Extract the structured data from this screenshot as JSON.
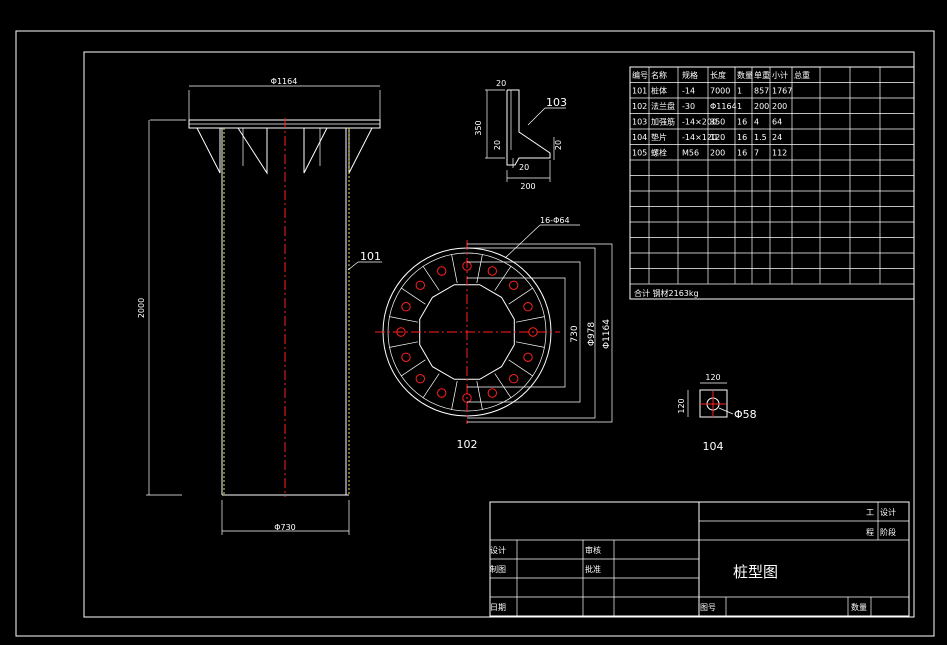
{
  "front_view": {
    "top_dim": "Φ1164",
    "height_dim": "2000",
    "bottom_dim": "Φ730",
    "leader_label": "101"
  },
  "rib_detail": {
    "callout": "103",
    "dims": {
      "top": "20",
      "height": "350",
      "mid_left": "20",
      "base_right": "20",
      "foot": "20",
      "width": "200"
    }
  },
  "flange_plan": {
    "holes_label": "16-Φ64",
    "caption": "102",
    "dim_730": "730",
    "dim_978": "Φ978",
    "dim_1164": "Φ1164"
  },
  "plate_detail": {
    "caption": "104",
    "top_dim": "120",
    "side_dim": "120",
    "hole_dim": "Φ58"
  },
  "bom": {
    "headers": [
      "编号",
      "名称",
      "规格",
      "长度",
      "数量",
      "单重",
      "小计",
      "总重"
    ],
    "rows": [
      [
        "101",
        "桩体",
        "-14",
        "7000",
        "1",
        "857",
        "1767",
        ""
      ],
      [
        "102",
        "法兰盘",
        "-30",
        "Φ1164",
        "1",
        "200",
        "200",
        ""
      ],
      [
        "103",
        "加强筋",
        "-14×200",
        "350",
        "16",
        "4",
        "64",
        ""
      ],
      [
        "104",
        "垫片",
        "-14×120",
        "120",
        "16",
        "1.5",
        "24",
        ""
      ],
      [
        "105",
        "螺栓",
        "M56",
        "200",
        "16",
        "7",
        "112",
        ""
      ]
    ],
    "total": "合计  钢材2163kg"
  },
  "title_block": {
    "gong": "工",
    "cheng": "程",
    "sheji_r": "设计",
    "jieduan": "阶段",
    "sheji": "设计",
    "shenhe": "审核",
    "zhitu": "制图",
    "pizhun": "批准",
    "riqi": "日期",
    "drawing_title": "桩型图",
    "tuhao": "图号",
    "shuliang": "数量"
  }
}
